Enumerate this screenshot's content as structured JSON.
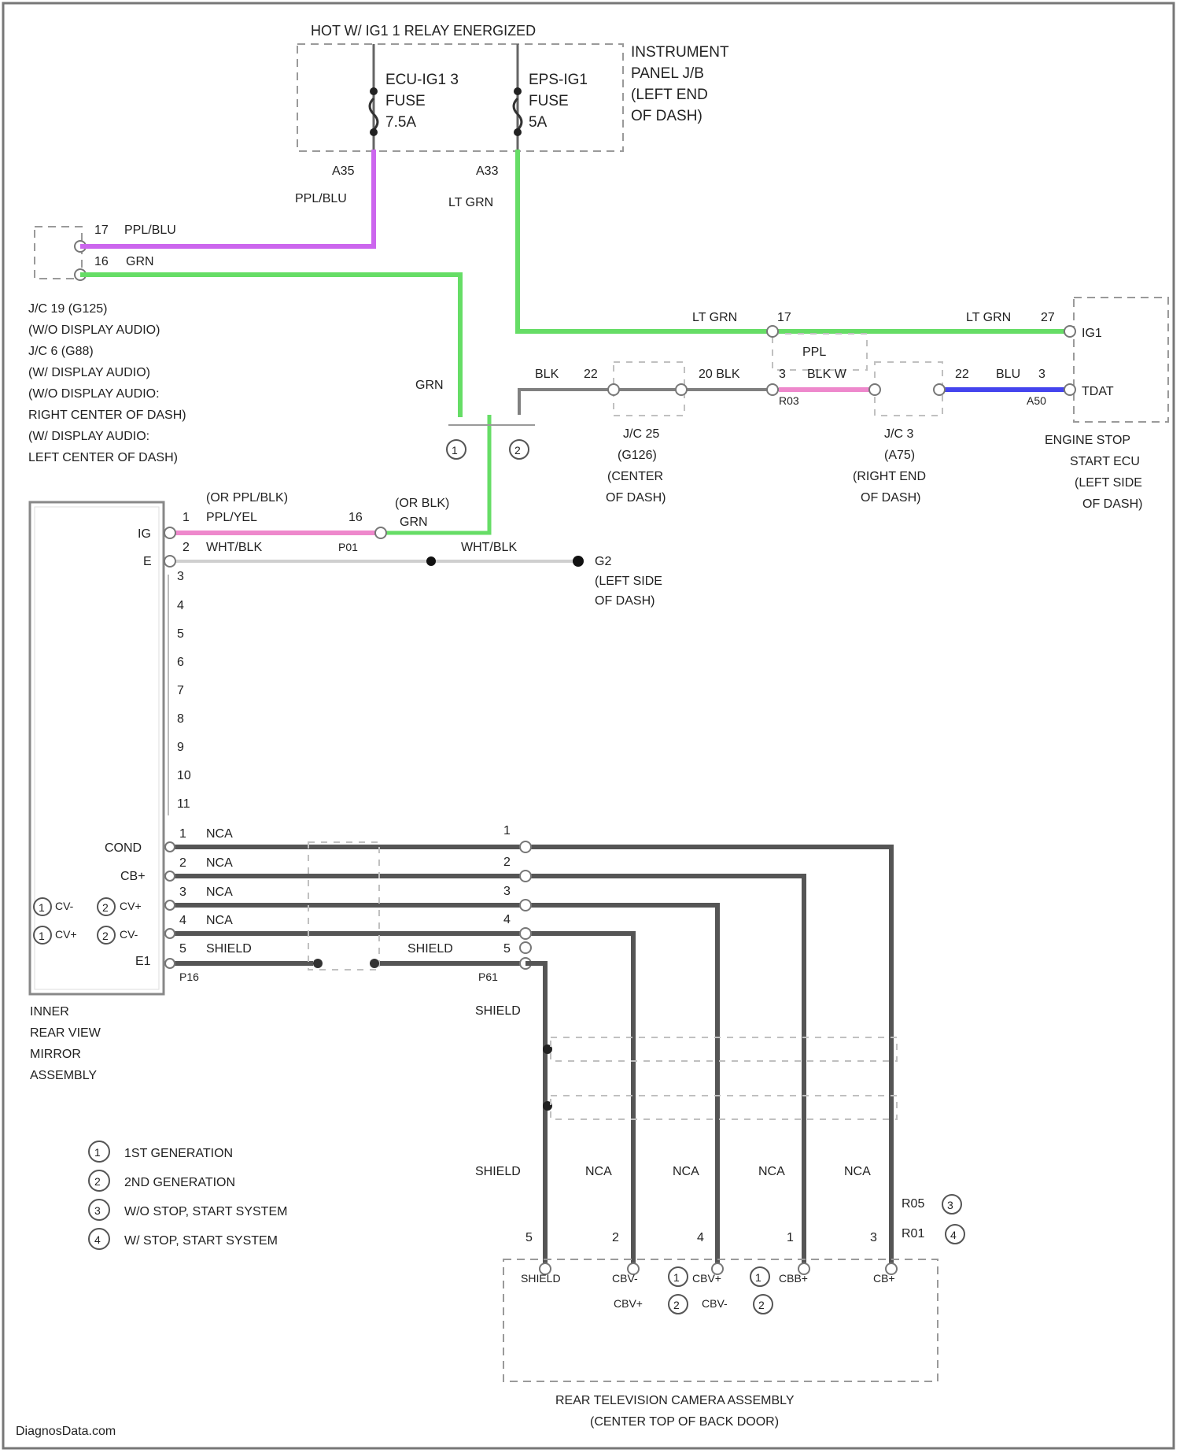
{
  "top": {
    "title": "HOT W/ IG1 1 RELAY ENERGIZED",
    "fuse1": [
      "ECU-IG1 3",
      "FUSE",
      "7.5A"
    ],
    "fuse2": [
      "EPS-IG1",
      "FUSE",
      "5A"
    ],
    "jb": [
      "INSTRUMENT",
      "PANEL J/B",
      "(LEFT END",
      "OF DASH)"
    ],
    "pin_a": "A35",
    "pin_b": "A33",
    "wire_a": "PPL/BLU",
    "wire_b": "LT GRN"
  },
  "jc19": {
    "pin17": "17",
    "wire17": "PPL/BLU",
    "pin16": "16",
    "wire16": "GRN",
    "label": [
      "J/C 19 (G125)",
      "(W/O DISPLAY AUDIO)",
      "J/C 6 (G88)",
      "(W/ DISPLAY AUDIO)",
      "(W/O DISPLAY AUDIO:",
      "RIGHT CENTER OF DASH)",
      "(W/ DISPLAY AUDIO:",
      "LEFT CENTER OF DASH)"
    ]
  },
  "engine": {
    "lt_grn_1": "LT GRN",
    "pin17": "17",
    "lt_grn_2": "LT GRN",
    "pin27": "27",
    "ig1": "IG1",
    "ppl": "PPL",
    "tdat": "TDAT",
    "a50": "A50",
    "label": [
      "ENGINE STOP",
      "START ECU",
      "(LEFT SIDE",
      "OF DASH)"
    ]
  },
  "grn_label": "GRN",
  "blk_row": {
    "blk": "BLK",
    "p22a": "22",
    "p20": "20 BLK",
    "p3a": "3",
    "blkw": "BLK W",
    "r03": "R03",
    "p22b": "22",
    "blu": "BLU",
    "p3b": "3"
  },
  "jc25": [
    "J/C 25",
    "(G126)",
    "(CENTER",
    "OF DASH)"
  ],
  "jc3": [
    "J/C 3",
    "(A75)",
    "(RIGHT END",
    "OF DASH)"
  ],
  "feed": {
    "or_ppl_blk": "(OR PPL/BLK)",
    "ppl_yel": "PPL/YEL",
    "p1": "1",
    "p16": "16",
    "or_blk": "(OR BLK)",
    "grn": "GRN",
    "wht_blk_1": "WHT/BLK",
    "wht_blk_2": "WHT/BLK",
    "p2": "2",
    "p01": "P01",
    "ground": [
      "G2",
      "(LEFT SIDE",
      "OF DASH)"
    ]
  },
  "mirror": {
    "ig": "IG",
    "e": "E",
    "cond": "COND",
    "cb": "CB+",
    "cv": "CV-",
    "cvp": "CV+",
    "cv2p": "CV+",
    "cv2": "CV-",
    "e1": "E1",
    "pins": [
      "3",
      "4",
      "5",
      "6",
      "7",
      "8",
      "9",
      "10",
      "11"
    ],
    "label": [
      "INNER",
      "REAR VIEW",
      "MIRROR",
      "ASSEMBLY"
    ]
  },
  "bus": {
    "rows": [
      {
        "pin": "1",
        "wire": "NCA",
        "rpin": "1"
      },
      {
        "pin": "2",
        "wire": "NCA",
        "rpin": "2"
      },
      {
        "pin": "3",
        "wire": "NCA",
        "rpin": "3"
      },
      {
        "pin": "4",
        "wire": "NCA",
        "rpin": "4"
      },
      {
        "pin": "5",
        "wire": "SHIELD",
        "rpin": "5"
      }
    ],
    "shield_mid": "SHIELD",
    "p16": "P16",
    "p61": "P61",
    "shield_down": "SHIELD"
  },
  "drops": {
    "shield": "SHIELD",
    "nca1": "NCA",
    "nca2": "NCA",
    "nca3": "NCA",
    "nca4": "NCA",
    "r05": "R05",
    "r01": "R01"
  },
  "camera": {
    "pins": [
      "5",
      "2",
      "4",
      "1",
      "3"
    ],
    "term": [
      "SHIELD",
      "CBV-",
      "CBV+",
      "CBB+",
      "CB+"
    ],
    "cbv_plus": "CBV+",
    "cbv_minus": "CBV-",
    "label": [
      "REAR TELEVISION CAMERA ASSEMBLY",
      "(CENTER TOP OF BACK DOOR)"
    ]
  },
  "legend": [
    {
      "n": "1",
      "text": "1ST GENERATION"
    },
    {
      "n": "2",
      "text": "2ND GENERATION"
    },
    {
      "n": "3",
      "text": "W/O STOP, START SYSTEM"
    },
    {
      "n": "4",
      "text": "W/ STOP, START SYSTEM"
    }
  ],
  "watermark": "DiagnosData.com",
  "colors": {
    "purple": "#cc66ee",
    "green": "#66dd66",
    "pink": "#ee88cc",
    "blue": "#4444ee",
    "gray": "#808080",
    "dark": "#555555"
  }
}
